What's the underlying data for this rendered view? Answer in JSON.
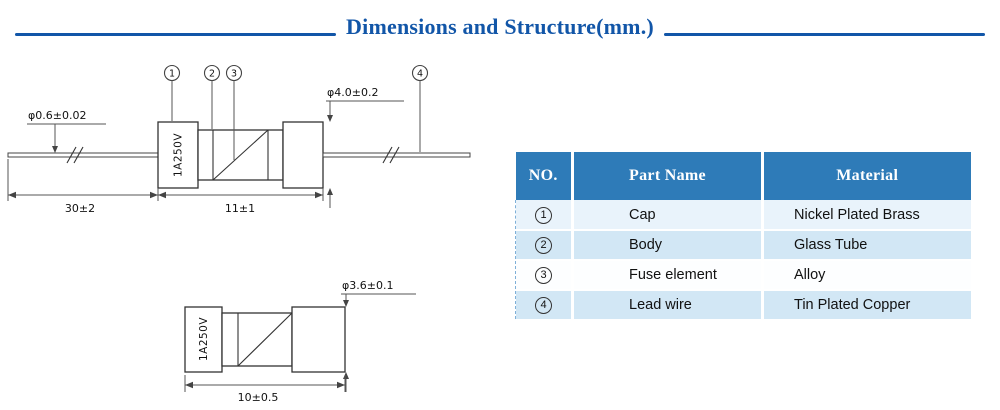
{
  "title": "Dimensions and Structure(mm.)",
  "colors": {
    "accent_blue": "#1256a8",
    "table_header_blue": "#2e7bb8",
    "row_tint_blue": "#d2e7f5",
    "row_tint_light": "#e9f3fb"
  },
  "drawing": {
    "label_top": "1A250V",
    "label_bottom": "1A250V",
    "callouts": [
      "1",
      "2",
      "3",
      "4"
    ],
    "dims": {
      "lead_diameter": "φ0.6±0.02",
      "lead_length": "30±2",
      "body_length_top": "11±1",
      "cap_diameter": "φ4.0±0.2",
      "body_diameter": "φ3.6±0.1",
      "body_length_bottom": "10±0.5"
    }
  },
  "table": {
    "headers": [
      "NO.",
      "Part Name",
      "Material"
    ],
    "rows": [
      {
        "no": "1",
        "part": "Cap",
        "material": "Nickel Plated Brass"
      },
      {
        "no": "2",
        "part": "Body",
        "material": "Glass Tube"
      },
      {
        "no": "3",
        "part": "Fuse element",
        "material": "Alloy"
      },
      {
        "no": "4",
        "part": "Lead wire",
        "material": "Tin Plated Copper"
      }
    ]
  }
}
